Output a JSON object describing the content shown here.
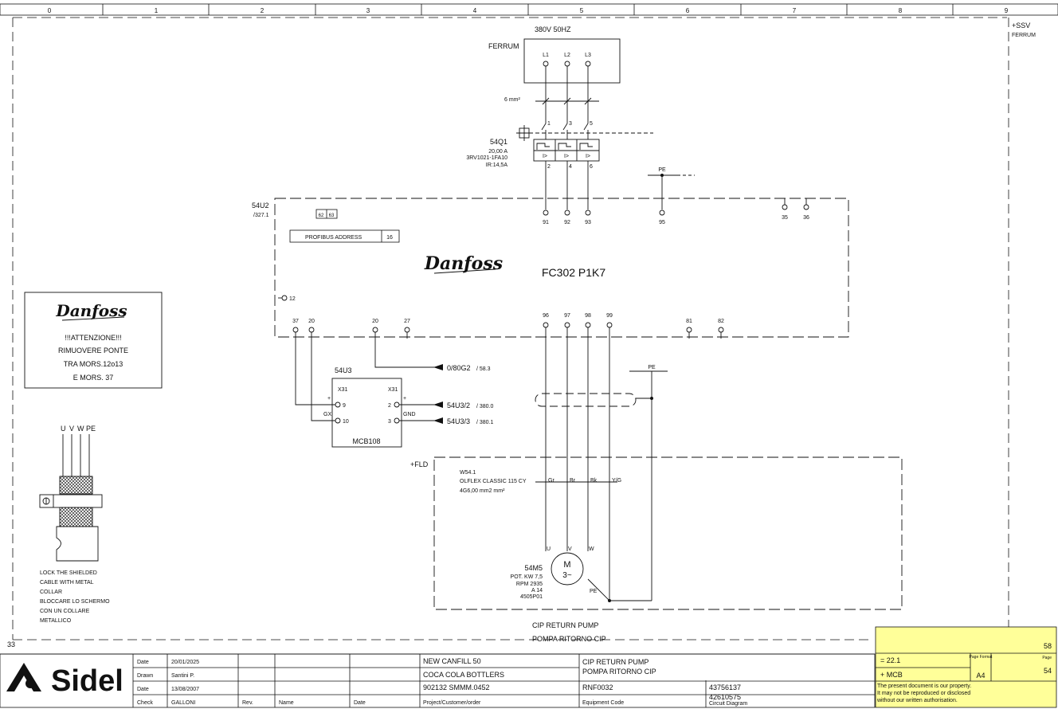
{
  "grid": {
    "columns": [
      "0",
      "1",
      "2",
      "3",
      "4",
      "5",
      "6",
      "7",
      "8",
      "9"
    ]
  },
  "corner": {
    "location": "+SSV",
    "location_sub": "FERRUM",
    "sheet_ref": "33"
  },
  "supply": {
    "voltage": "380V 50HZ",
    "label": "FERRUM",
    "phases": [
      "L1",
      "L2",
      "L3"
    ],
    "cable": "6 mm²"
  },
  "breaker": {
    "tag": "54Q1",
    "rating": "20,00 A",
    "part": "3RV1021-1FA10",
    "setting": "IR:14,5A",
    "top_terminals": [
      "1",
      "3",
      "5"
    ],
    "bottom_terminals": [
      "2",
      "4",
      "6"
    ],
    "trip_symbol": "I>"
  },
  "pe_labels": {
    "top": "PE",
    "mid": "PE",
    "motor": "PE"
  },
  "drive": {
    "tag": "54U2",
    "ref": "/327.1",
    "brand": "Danfoss",
    "model": "FC302 P1K7",
    "switch_terminals": [
      "62",
      "63"
    ],
    "profibus_label": "PROFIBUS ADDRESS",
    "profibus_value": "16",
    "top_terminals": [
      "91",
      "92",
      "93",
      "95",
      "35",
      "36"
    ],
    "side_terminal": "12",
    "bottom_left_terminals": [
      "37",
      "20",
      "20",
      "27"
    ],
    "bottom_motor_terminals": [
      "96",
      "97",
      "98",
      "99"
    ],
    "bottom_right_terminals": [
      "81",
      "82"
    ]
  },
  "warning": {
    "brand": "Danfoss",
    "lines": [
      "!!!ATTENZIONE!!!",
      "RIMUOVERE PONTE",
      "TRA MORS.12o13",
      "E MORS. 37"
    ]
  },
  "module": {
    "tag": "54U3",
    "name": "MCB108",
    "left_header": "X31",
    "right_header": "X31",
    "plus_left": "+",
    "plus_right": "+",
    "gx": "GX",
    "gnd": "GND",
    "left_pins": [
      "9",
      "10"
    ],
    "right_pins": [
      "2",
      "3"
    ]
  },
  "signals": [
    {
      "label": "0/80G2",
      "ref": "/ 58.3"
    },
    {
      "label": "54U3/2",
      "ref": "/ 380.0"
    },
    {
      "label": "54U3/3",
      "ref": "/ 380.1"
    }
  ],
  "field": {
    "location": "+FLD",
    "cable_tag": "W54.1",
    "cable_type": "OLFLEX CLASSIC 115 CY",
    "cable_size": "4G6,00 mm2 mm²",
    "wire_colors": [
      "Gr",
      "Br",
      "Bk",
      "Y/G"
    ]
  },
  "motor": {
    "tag": "54M5",
    "power": "POT. KW 7,5",
    "rpm": "RPM 2935",
    "current": "A 14",
    "code": "4505P01",
    "symbol": "M",
    "phase_symbol": "3~",
    "terminals": [
      "U",
      "V",
      "W"
    ]
  },
  "gland": {
    "labels": [
      "U",
      "V",
      "W",
      "PE"
    ],
    "note": [
      "LOCK THE SHIELDED",
      "CABLE WITH METAL",
      "COLLAR",
      "BLOCCARE LO SCHERMO",
      "CON UN COLLARE",
      "METALLICO"
    ]
  },
  "caption": {
    "en": "CIP RETURN PUMP",
    "it": "POMPA RITORNO CIP"
  },
  "title_block": {
    "company": "Sidel",
    "rows": [
      {
        "label": "Date",
        "value": "20/01/2025"
      },
      {
        "label": "Drawn",
        "value": "Santini P."
      },
      {
        "label": "Date",
        "value": "13/08/2007"
      },
      {
        "label": "Check",
        "value": "GALLONI"
      }
    ],
    "rev_header": "Rev.",
    "name_header": "Name",
    "date_header": "Date",
    "project_lines": [
      "NEW CANFILL 50",
      "COCA COLA BOTTLERS",
      "902132 SMMM.0452"
    ],
    "project_caption": "Project/Customer/order",
    "description_lines": [
      "CIP RETURN PUMP",
      "POMPA RITORNO CIP"
    ],
    "equipment_code": "RNF0032",
    "equipment_caption": "Equipment Code",
    "number_1": "43756137",
    "number_2": "42610575",
    "diagram_caption": "Circuit Diagram",
    "next_page": "58",
    "function": "= 22.1",
    "location": "+  MCB",
    "format_caption": "Page Format",
    "format": "A4",
    "page_caption": "Page",
    "page": "54",
    "disclaimer": [
      "The present document is our property.",
      "It may not be reproduced or disclosed",
      "without our written authorisation."
    ]
  },
  "colors": {
    "ink": "#111111",
    "highlight": "#ffff99",
    "frame": "#000000"
  }
}
